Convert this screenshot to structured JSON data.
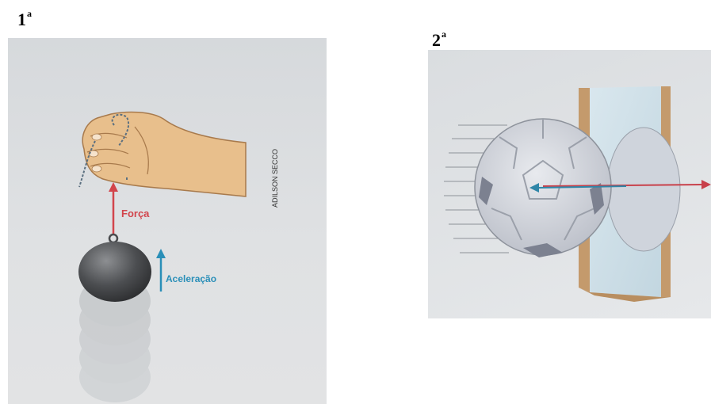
{
  "figure1": {
    "label_number": "1",
    "label_suffix": "a",
    "force_label": "Força",
    "acceleration_label": "Aceleração",
    "credit": "ADILSON SECCO",
    "colors": {
      "force": "#d2454c",
      "acceleration": "#2a8fb8"
    }
  },
  "figure2": {
    "label_number": "2",
    "label_suffix": "a",
    "colors": {
      "arrow_left": "#2f86a8",
      "arrow_right": "#c8404a",
      "frame": "#c49a6c"
    }
  }
}
